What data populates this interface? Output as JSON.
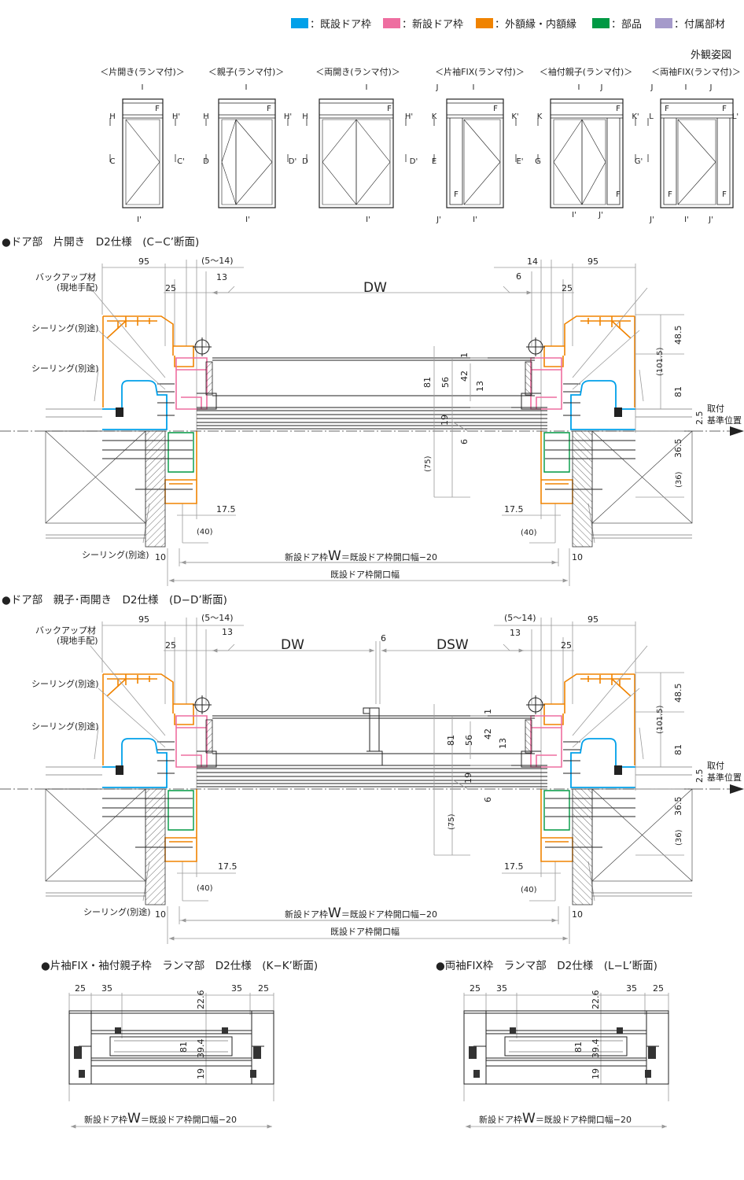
{
  "legend": [
    {
      "label": "：既設ドア枠",
      "color": "#00a0e9"
    },
    {
      "label": "：新設ドア枠",
      "color": "#ee6ea0"
    },
    {
      "label": "：外額縁・内額縁",
      "color": "#f08300"
    },
    {
      "label": "：部品",
      "color": "#009944"
    },
    {
      "label": "：付属部材",
      "color": "#a59aca"
    }
  ],
  "elevation_heading": "外観姿図",
  "elevations": [
    {
      "label": "＜片開き(ランマ付)＞",
      "marks": [
        "I",
        "F",
        "H",
        "H'",
        "C",
        "C'",
        "I'"
      ]
    },
    {
      "label": "＜親子(ランマ付)＞",
      "marks": [
        "I",
        "F",
        "H",
        "H'",
        "D",
        "D'",
        "I'"
      ]
    },
    {
      "label": "＜両開き(ランマ付)＞",
      "marks": [
        "I",
        "F",
        "H",
        "H'",
        "D",
        "D'",
        "I'"
      ]
    },
    {
      "label": "＜片袖FIX(ランマ付)＞",
      "marks": [
        "J",
        "I",
        "F",
        "K",
        "K'",
        "E",
        "E'",
        "F",
        "J'",
        "I'"
      ]
    },
    {
      "label": "＜袖付親子(ランマ付)＞",
      "marks": [
        "I",
        "J",
        "F",
        "K",
        "K'",
        "G",
        "G'",
        "F",
        "I'",
        "J'"
      ]
    },
    {
      "label": "＜両袖FIX(ランマ付)＞",
      "marks": [
        "J",
        "I",
        "J",
        "F",
        "F",
        "L",
        "L'",
        "F",
        "F",
        "J'",
        "I'",
        "J'"
      ]
    }
  ],
  "section1": {
    "title": "●ドア部　片開き　D2仕様　(C−C’断面)",
    "notes": {
      "backup": "バックアップ材",
      "backup_sub": "(現地手配)",
      "sealing1": "シーリング(別途)",
      "sealing2": "シーリング(別途)",
      "sealing3": "シーリング(別途)"
    },
    "dims": {
      "l95": "95",
      "l5_14": "(5〜14)",
      "l13": "13",
      "l25": "25",
      "dw": "DW",
      "r6": "6",
      "r14": "14",
      "r95": "95",
      "r25": "25",
      "h48_5": "48.5",
      "h101_5": "(101.5)",
      "h81r": "81",
      "h2_5": "2.5",
      "mount": "取付",
      "ref": "基準位置",
      "h36_5": "36.5",
      "h36": "(36)",
      "c81": "81",
      "c56": "56",
      "c42": "42",
      "c1": "1",
      "c13": "13",
      "c19": "19",
      "c6": "6",
      "c75": "(75)",
      "l17_5": "17.5",
      "r17_5": "17.5",
      "l40": "(40)",
      "r40": "(40)",
      "l10": "10",
      "r10": "10"
    },
    "width_pre": "新設ドア枠",
    "width_w": "W",
    "width_post": "＝既設ドア枠開口幅−20",
    "opening": "既設ドア枠開口幅"
  },
  "section2": {
    "title": "●ドア部　親子･両開き　D2仕様　(D−D’断面)",
    "notes": {
      "backup": "バックアップ材",
      "backup_sub": "(現地手配)",
      "sealing1": "シーリング(別途)",
      "sealing2": "シーリング(別途)",
      "sealing3": "シーリング(別途)"
    },
    "dims": {
      "l95": "95",
      "l5_14": "(5〜14)",
      "l13": "13",
      "l25": "25",
      "dw": "DW",
      "m6": "6",
      "dsw": "DSW",
      "r5_14": "(5〜14)",
      "r13": "13",
      "r95": "95",
      "r25": "25",
      "h48_5": "48.5",
      "h101_5": "(101.5)",
      "h81r": "81",
      "h2_5": "2.5",
      "mount": "取付",
      "ref": "基準位置",
      "h36_5": "36.5",
      "h36": "(36)",
      "c81": "81",
      "c56": "56",
      "c42": "42",
      "c1": "1",
      "c13": "13",
      "c19": "19",
      "c6": "6",
      "c75": "(75)",
      "l17_5": "17.5",
      "r17_5": "17.5",
      "l40": "(40)",
      "r40": "(40)",
      "l10": "10",
      "r10": "10"
    },
    "width_pre": "新設ドア枠",
    "width_w": "W",
    "width_post": "＝既設ドア枠開口幅−20",
    "opening": "既設ドア枠開口幅"
  },
  "ramma1": {
    "title": "●片袖FIX・袖付親子枠　ランマ部　D2仕様　(K−K’断面)",
    "dims": {
      "a25": "25",
      "a35": "35",
      "b35": "35",
      "b25": "25",
      "v22_6": "22.6",
      "v81": "81",
      "v39_4": "39.4",
      "v19": "19"
    },
    "width_pre": "新設ドア枠",
    "width_w": "W",
    "width_post": "＝既設ドア枠開口幅−20"
  },
  "ramma2": {
    "title": "●両袖FIX枠　ランマ部　D2仕様　(L−L’断面)",
    "dims": {
      "a25": "25",
      "a35": "35",
      "b35": "35",
      "b25": "25",
      "v22_6": "22.6",
      "v81": "81",
      "v39_4": "39.4",
      "v19": "19"
    },
    "width_pre": "新設ドア枠",
    "width_w": "W",
    "width_post": "＝既設ドア枠開口幅−20"
  }
}
